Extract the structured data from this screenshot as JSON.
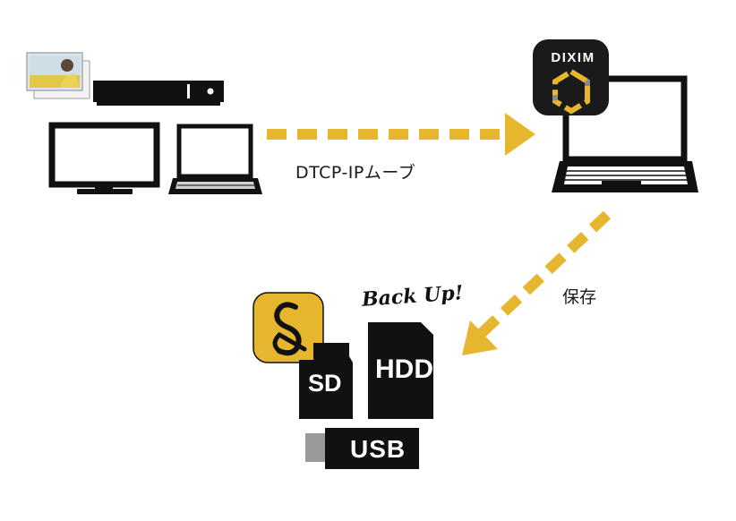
{
  "labels": {
    "flow_move": "DTCP-IPムーブ",
    "flow_save": "保存",
    "backup": "Back Up!"
  },
  "devices": {
    "dixim_app": {
      "name": "DIXIM"
    },
    "sd": "SD",
    "hdd": "HDD",
    "usb": "USB"
  },
  "colors": {
    "accent": "#E6B72E",
    "device_dark": "#111111",
    "usb_connector": "#9A9A9A"
  },
  "icons": [
    "photo-thumbnail-icon",
    "recorder-icon",
    "tv-icon",
    "laptop-icon",
    "dixim-app-icon",
    "sd-backup-app-icon",
    "microsd-icon",
    "hdd-icon",
    "usb-icon"
  ]
}
